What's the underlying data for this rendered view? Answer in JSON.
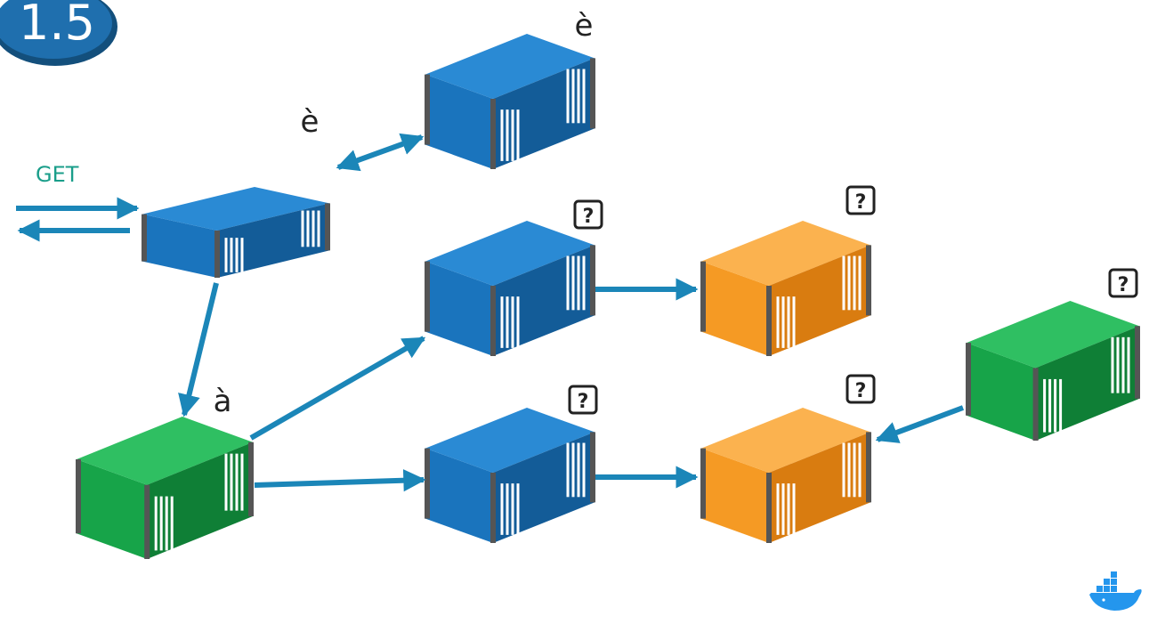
{
  "section_badge": {
    "text": "1.5",
    "color": "#1f6fae"
  },
  "request_label": {
    "text": "GET",
    "color": "#1a9e8a"
  },
  "colors": {
    "arrow": "#1b86b8",
    "container_blue": "#1a74bd",
    "container_green": "#17a449",
    "container_orange": "#f59a24"
  },
  "containers": [
    {
      "id": "entry",
      "color": "blue",
      "label": "è"
    },
    {
      "id": "top-right",
      "color": "blue",
      "label": "è"
    },
    {
      "id": "hub",
      "color": "green",
      "label": "à"
    },
    {
      "id": "mid-upper",
      "color": "blue",
      "label": "?"
    },
    {
      "id": "mid-lower",
      "color": "blue",
      "label": "?"
    },
    {
      "id": "far-upper",
      "color": "orange",
      "label": "?"
    },
    {
      "id": "far-lower",
      "color": "orange",
      "label": "?"
    },
    {
      "id": "far-right",
      "color": "green",
      "label": "?"
    }
  ],
  "connections": [
    {
      "from": "client",
      "to": "entry",
      "direction": "forward"
    },
    {
      "from": "entry",
      "to": "client",
      "direction": "forward"
    },
    {
      "from": "entry",
      "to": "top-right",
      "direction": "bidirectional"
    },
    {
      "from": "entry",
      "to": "hub",
      "direction": "forward"
    },
    {
      "from": "hub",
      "to": "mid-upper",
      "direction": "forward"
    },
    {
      "from": "hub",
      "to": "mid-lower",
      "direction": "forward"
    },
    {
      "from": "mid-upper",
      "to": "far-upper",
      "direction": "forward"
    },
    {
      "from": "mid-lower",
      "to": "far-lower",
      "direction": "forward"
    },
    {
      "from": "far-right",
      "to": "far-lower",
      "direction": "forward"
    }
  ],
  "logo": {
    "name": "docker-whale-icon",
    "color": "#2496ed"
  }
}
